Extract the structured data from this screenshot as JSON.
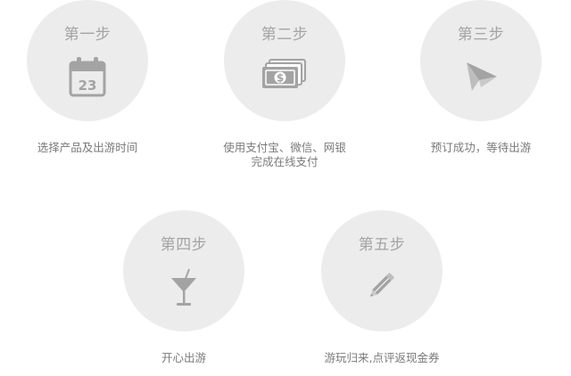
{
  "steps": [
    {
      "title": "第一步",
      "icon": "calendar-icon",
      "icon_text": "23",
      "lines": [
        "选择产品及出游时间"
      ]
    },
    {
      "title": "第二步",
      "icon": "money-icon",
      "lines": [
        "使用支付宝、微信、网银",
        "完成在线支付"
      ]
    },
    {
      "title": "第三步",
      "icon": "paper-plane-icon",
      "lines": [
        "预订成功，等待出游"
      ]
    },
    {
      "title": "第四步",
      "icon": "cocktail-icon",
      "lines": [
        "开心出游"
      ]
    },
    {
      "title": "第五步",
      "icon": "pencil-icon",
      "lines": [
        "游玩归来,点评返现金券"
      ]
    }
  ],
  "colors": {
    "circle_bg": "#ececec",
    "title_text": "#a4a4a4",
    "icon": "#a3a3a3",
    "caption_text": "#7a7a7a"
  }
}
